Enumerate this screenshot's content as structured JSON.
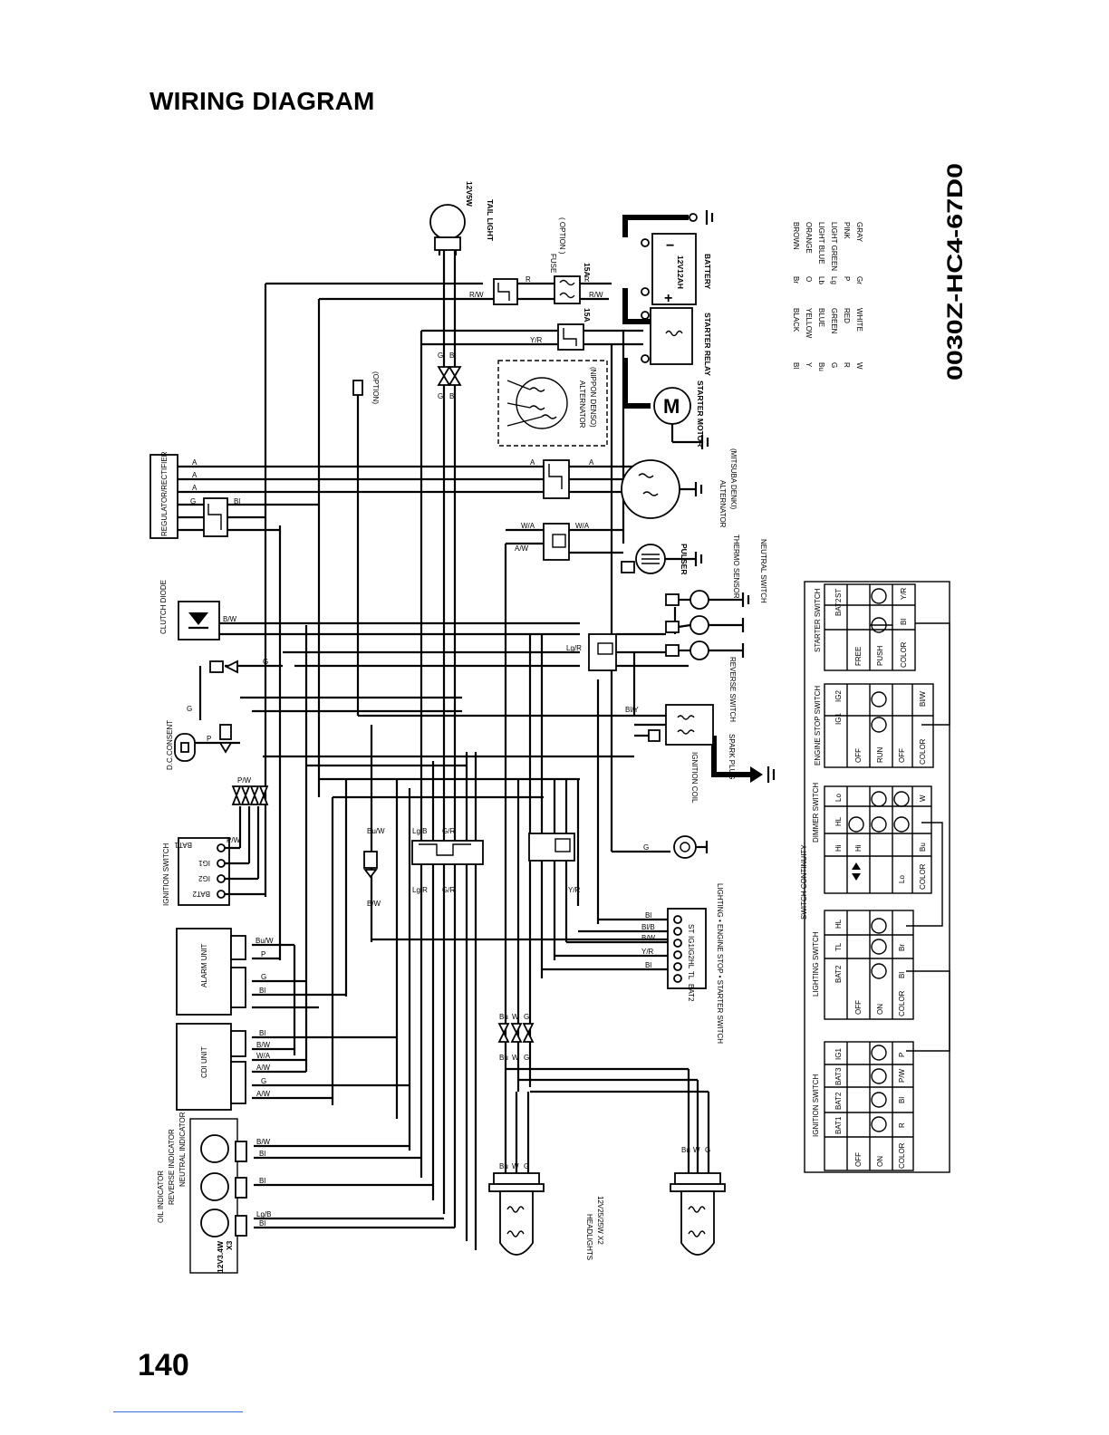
{
  "page": {
    "title": "WIRING DIAGRAM",
    "number": "140"
  },
  "diagram": {
    "code": "0030Z-HC4-67D0",
    "components": {
      "tail_light": "TAIL LIGHT",
      "tail_light_rating": "12V5W",
      "fuse": "FUSE",
      "fuse_option": "( OPTION )",
      "fuse_15a_top": "15A",
      "fuse_15a_bottom": "15A",
      "battery": "BATTERY",
      "battery_rating": "12V12AH",
      "starter_relay": "STARTER RELAY",
      "starter_motor": "STARTER MOTOR",
      "alternator_nippon": "ALTERNATOR",
      "alternator_nippon_maker": "(NIPPON DENSO)",
      "alternator_mitsuba": "ALTERNATOR",
      "alternator_mitsuba_maker": "(MITSUBA DENKI)",
      "option": "(OPTION)",
      "regulator": "REGULATOR/RECTIFIER",
      "pulser": "PULSER",
      "thermo_sensor": "THERMO SENSOR",
      "neutral_switch": "NEUTRAL SWITCH",
      "reverse_switch": "REVERSE SWITCH",
      "clutch_diode": "CLUTCH DIODE",
      "dc_consent": "D.C.CONSENT",
      "ignition_coil": "IGNITION COIL",
      "spark_plug": "SPARK PLUG",
      "ignition_switch": "IGNITION SWITCH",
      "alarm_unit": "ALARM UNIT",
      "cdi_unit": "CDI UNIT",
      "oil_indicator": "OIL INDICATOR",
      "reverse_indicator": "REVERSE INDICATOR",
      "neutral_indicator": "NEUTRAL INDICATOR",
      "indicator_rating": "12V3.4W",
      "indicator_qty": "X3",
      "headlights": "HEADLIGHTS",
      "headlights_rating": "12V25/25W X2",
      "handlebar_switch": "LIGHTING • ENGINE STOP • STARTER SWITCH",
      "motor_symbol": "M"
    },
    "ignition_terminals": [
      "BAT1",
      "IG1",
      "IG2",
      "BAT2"
    ],
    "handlebar_terminals": [
      "BAT2",
      "ST",
      "IG1",
      "IG2",
      "HL",
      "TL"
    ],
    "wire_labels": {
      "R": "R",
      "RW": "R/W",
      "YR": "Y/R",
      "G": "G",
      "Bl": "Bl",
      "Y": "Y",
      "P": "P",
      "PW": "P/W",
      "Bu": "Bu",
      "W": "W",
      "Br": "Br",
      "BW": "B/W",
      "BuW": "Bu/W",
      "WA": "W/A",
      "AWB": "A/W",
      "LgR": "Lg/R",
      "GR": "G/R",
      "BlY": "Bl/Y",
      "LgB": "Lg/B",
      "BlB": "Bl/B",
      "A": "A"
    },
    "color_legend": [
      {
        "code": "Bl",
        "name": "BLACK"
      },
      {
        "code": "Y",
        "name": "YELLOW"
      },
      {
        "code": "Bu",
        "name": "BLUE"
      },
      {
        "code": "G",
        "name": "GREEN"
      },
      {
        "code": "R",
        "name": "RED"
      },
      {
        "code": "W",
        "name": "WHITE"
      },
      {
        "code": "Br",
        "name": "BROWN"
      },
      {
        "code": "O",
        "name": "ORANGE"
      },
      {
        "code": "Lb",
        "name": "LIGHT BLUE"
      },
      {
        "code": "Lg",
        "name": "LIGHT GREEN"
      },
      {
        "code": "P",
        "name": "PINK"
      },
      {
        "code": "Gr",
        "name": "GRAY"
      }
    ],
    "switch_continuity": {
      "title": "SWITCH CONTINUITY",
      "tables": [
        {
          "name": "STARTER SWITCH",
          "cols": [
            "BAT2",
            "ST"
          ],
          "rows": [
            "FREE",
            "PUSH",
            "COLOR"
          ],
          "colors": [
            "Bl",
            "Y/R"
          ]
        },
        {
          "name": "ENGINE STOP SWITCH",
          "cols": [
            "IG1",
            "IG2"
          ],
          "rows": [
            "OFF",
            "RUN",
            "OFF",
            "COLOR"
          ],
          "colors": [
            "",
            "Bl/W"
          ]
        },
        {
          "name": "DIMMER SWITCH",
          "cols": [
            "Hi",
            "HL",
            "Lo"
          ],
          "rows": [
            "Hi",
            "",
            "Lo",
            "COLOR"
          ],
          "colors": [
            "Bu",
            "",
            "W"
          ]
        },
        {
          "name": "LIGHTING SWITCH",
          "cols": [
            "BAT2",
            "TL",
            "HL"
          ],
          "rows": [
            "OFF",
            "ON",
            "COLOR"
          ],
          "colors": [
            "Bl",
            "Br",
            ""
          ]
        },
        {
          "name": "IGNITION SWITCH",
          "cols": [
            "BAT1",
            "BAT2",
            "BAT3",
            "IG1"
          ],
          "rows": [
            "OFF",
            "ON",
            "COLOR"
          ],
          "colors": [
            "R",
            "Bl",
            "P/W",
            "P"
          ]
        }
      ]
    }
  }
}
